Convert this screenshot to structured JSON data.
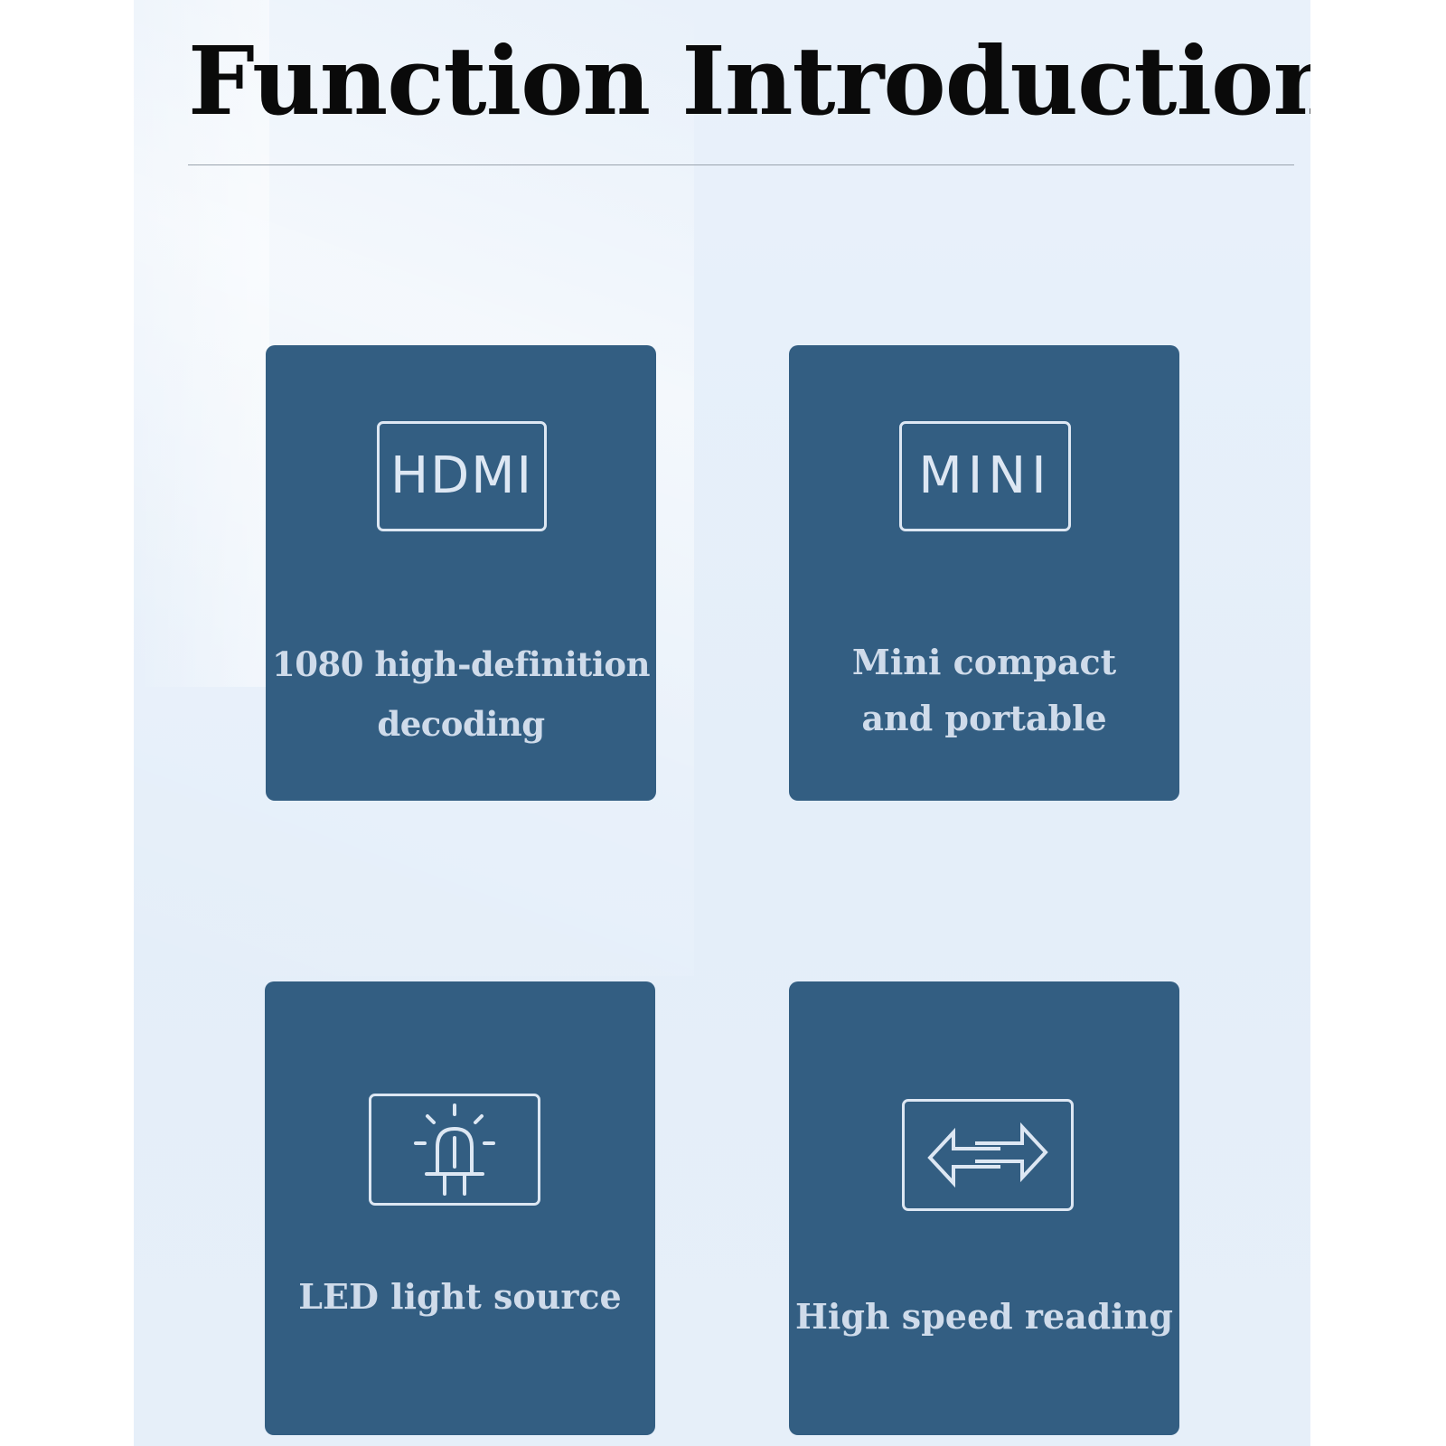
{
  "page": {
    "title": "Function Introduction"
  },
  "colors": {
    "card_background": "#335e82",
    "icon_stroke": "#dde7f3",
    "caption_text": "#cfdbea",
    "title_text": "#0a0a0a",
    "panel_background": "#e6eff9"
  },
  "features": [
    {
      "icon": "hdmi-icon",
      "badge_text": "HDMI",
      "caption_lines": [
        "1080 high-definition",
        "decoding"
      ]
    },
    {
      "icon": "mini-icon",
      "badge_text": "MINI",
      "caption_lines": [
        "Mini compact",
        "and portable"
      ]
    },
    {
      "icon": "led-light-icon",
      "badge_text": "",
      "caption_lines": [
        "LED light source"
      ]
    },
    {
      "icon": "transfer-arrows-icon",
      "badge_text": "",
      "caption_lines": [
        "High speed reading"
      ]
    }
  ]
}
